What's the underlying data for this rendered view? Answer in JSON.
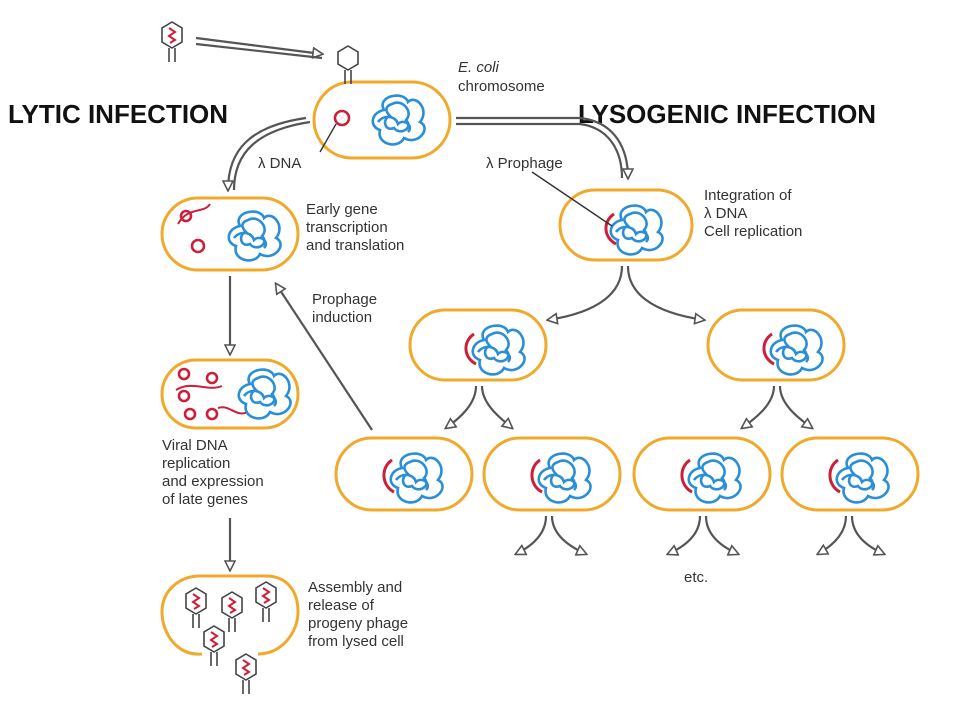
{
  "headings": {
    "lytic": "LYTIC INFECTION",
    "lysogenic": "LYSOGENIC INFECTION"
  },
  "labels": {
    "ecoli_line1": "E. coli",
    "ecoli_line2": "chromosome",
    "lambda_dna": "λ DNA",
    "lambda_prophage": "λ Prophage",
    "integration": [
      "Integration of",
      "λ DNA",
      "Cell replication"
    ],
    "early_gene": [
      "Early gene",
      "transcription",
      "and translation"
    ],
    "prophage_induction": [
      "Prophage",
      "induction"
    ],
    "viral_dna": [
      "Viral DNA",
      "replication",
      "and expression",
      "of late genes"
    ],
    "assembly": [
      "Assembly and",
      "release of",
      "progeny phage",
      "from lysed cell"
    ],
    "etc": "etc."
  },
  "colors": {
    "cell_membrane": "#f0a92b",
    "host_chromosome": "#2a8fd6",
    "viral_dna": "#cc1f3a"
  }
}
